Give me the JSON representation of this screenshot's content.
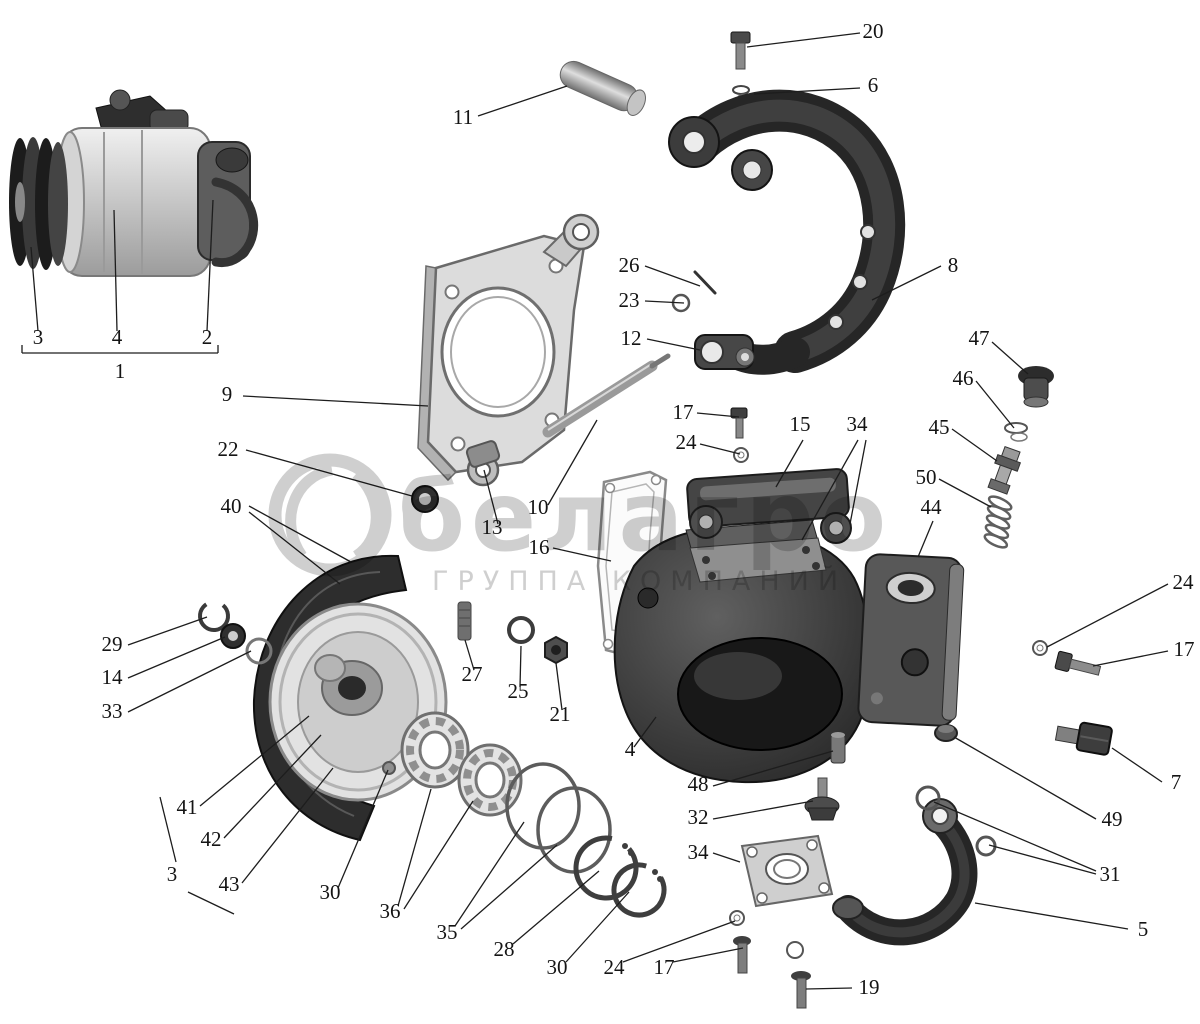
{
  "watermark": {
    "logo": "swirl-ring-icon",
    "brand": "белагро",
    "subtitle": "ГРУППА КОМПАНИЙ",
    "color": "#a8a8a8"
  },
  "callouts": [
    "3",
    "4",
    "2",
    "1",
    "20",
    "6",
    "11",
    "26",
    "23",
    "12",
    "8",
    "9",
    "47",
    "46",
    "45",
    "50",
    "17",
    "24",
    "15",
    "34",
    "44",
    "22",
    "40",
    "10",
    "13",
    "16",
    "24",
    "17",
    "29",
    "14",
    "33",
    "27",
    "25",
    "21",
    "4",
    "48",
    "32",
    "34",
    "7",
    "49",
    "41",
    "42",
    "43",
    "3",
    "30",
    "36",
    "35",
    "28",
    "30",
    "24",
    "17",
    "31",
    "5",
    "19"
  ]
}
